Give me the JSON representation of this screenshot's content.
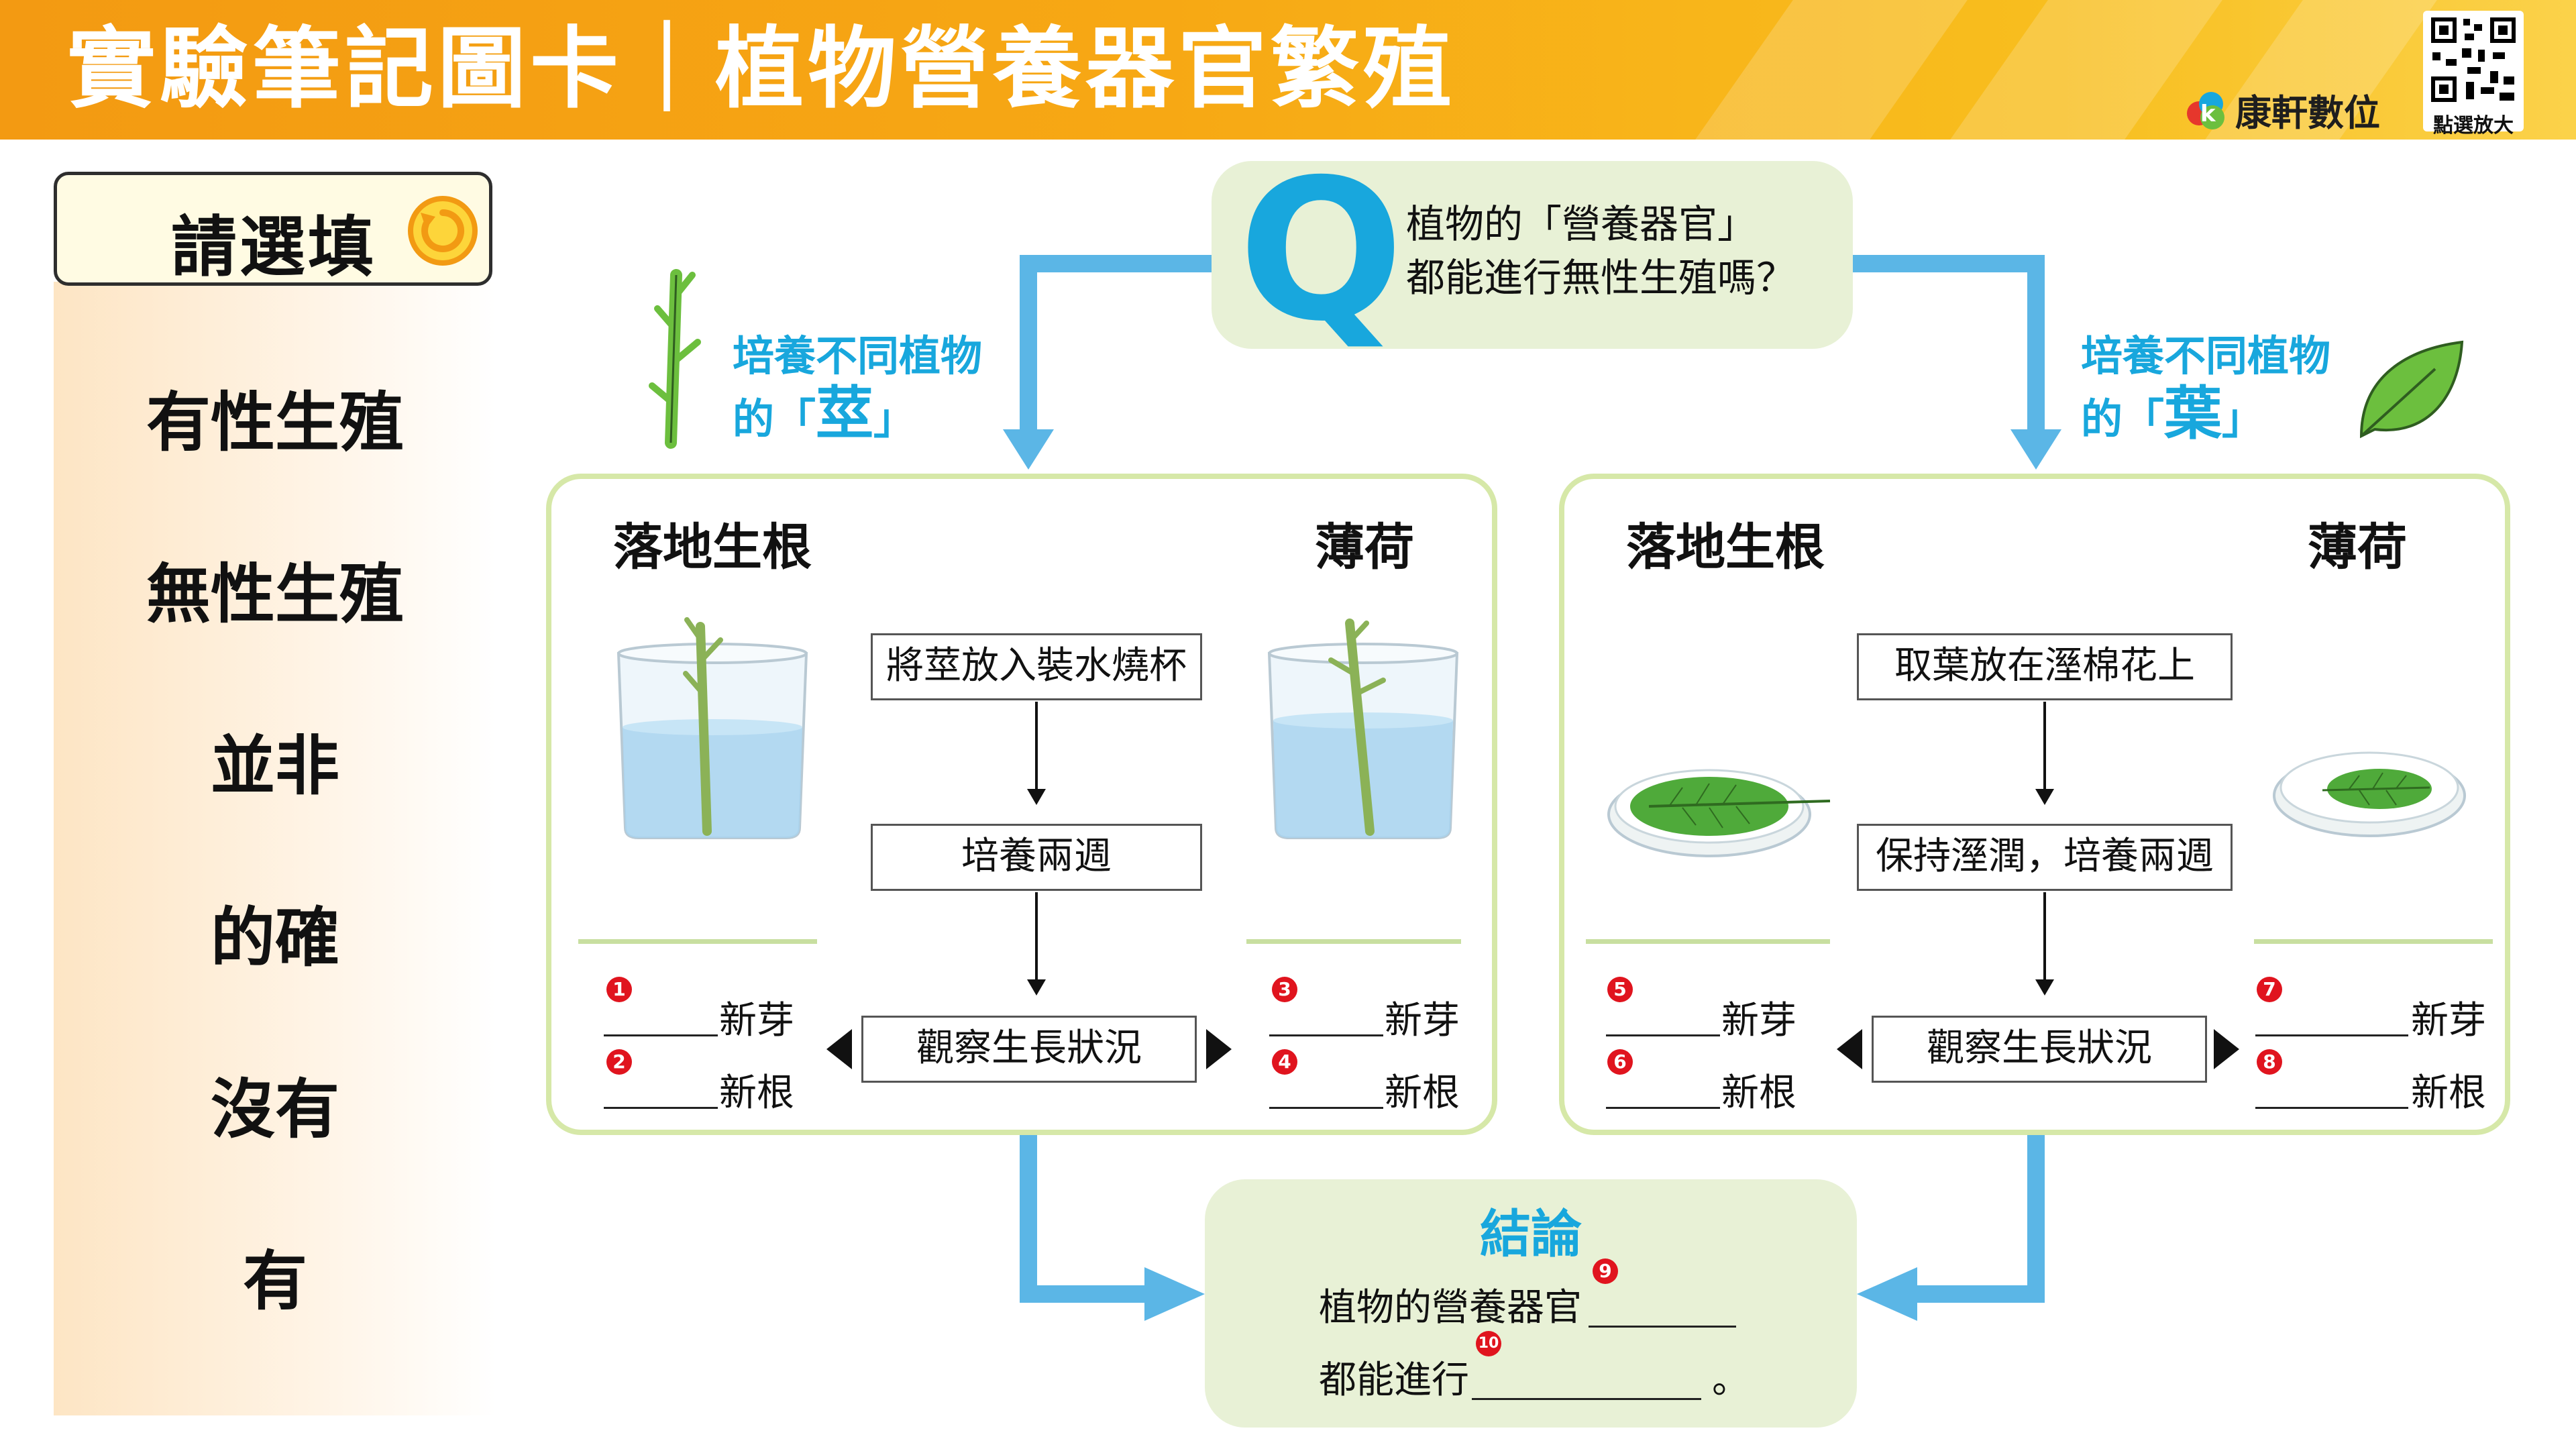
{
  "header": {
    "title": "實驗筆記圖卡｜植物營養器官繁殖",
    "brand": "康軒數位",
    "qr_label": "點選放大",
    "colors": {
      "bar_start": "#f39a12",
      "bar_end": "#fbd24a"
    }
  },
  "options": {
    "heading": "請選填",
    "items": [
      "有性生殖",
      "無性生殖",
      "並非",
      "的確",
      "沒有",
      "有"
    ]
  },
  "question": {
    "letter": "Q",
    "line1": "植物的「營養器官」",
    "line2": "都能進行無性生殖嗎？"
  },
  "stem": {
    "culture_line1": "培養不同植物",
    "culture_prefix": "的「",
    "culture_word": "莖",
    "culture_suffix": "」",
    "plant_a": "落地生根",
    "plant_b": "薄荷",
    "steps": [
      "將莖放入裝水燒杯",
      "培養兩週",
      "觀察生長狀況"
    ],
    "obs": [
      {
        "num": "1",
        "label": "新芽"
      },
      {
        "num": "2",
        "label": "新根"
      },
      {
        "num": "3",
        "label": "新芽"
      },
      {
        "num": "4",
        "label": "新根"
      }
    ]
  },
  "leaf": {
    "culture_line1": "培養不同植物",
    "culture_prefix": "的「",
    "culture_word": "葉",
    "culture_suffix": "」",
    "plant_a": "落地生根",
    "plant_b": "薄荷",
    "steps": [
      "取葉放在溼棉花上",
      "保持溼潤，培養兩週",
      "觀察生長狀況"
    ],
    "obs": [
      {
        "num": "5",
        "label": "新芽"
      },
      {
        "num": "6",
        "label": "新根"
      },
      {
        "num": "7",
        "label": "新芽"
      },
      {
        "num": "8",
        "label": "新根"
      }
    ]
  },
  "conclusion": {
    "title": "結論",
    "line1": "植物的營養器官",
    "num1": "9",
    "line2": "都能進行",
    "num2": "10",
    "end": "。"
  },
  "colors": {
    "accent_blue": "#18a7dd",
    "connector": "#5bb6e6",
    "panel_border": "#d6e8a8",
    "bubble": "#e8f1d6",
    "badge_red": "#e0141e"
  }
}
